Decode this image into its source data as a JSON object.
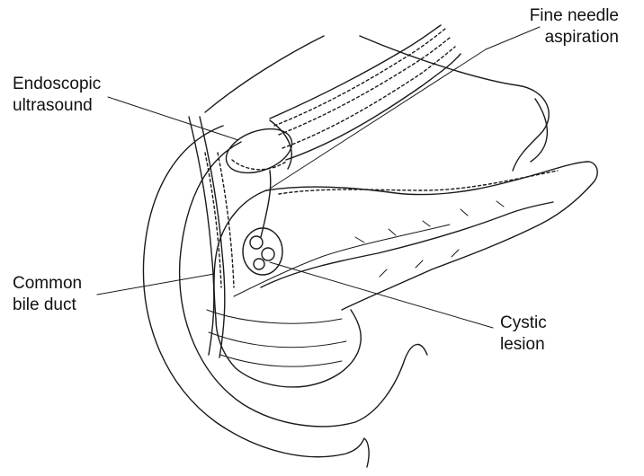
{
  "labels": {
    "fine_needle_aspiration": [
      "Fine needle",
      "aspiration"
    ],
    "endoscopic_ultrasound": [
      "Endoscopic",
      "ultrasound"
    ],
    "common_bile_duct": [
      "Common",
      "bile duct"
    ],
    "cystic_lesion": [
      "Cystic",
      "lesion"
    ]
  },
  "colors": {
    "line": "#1a1a1a",
    "background": "#ffffff"
  }
}
